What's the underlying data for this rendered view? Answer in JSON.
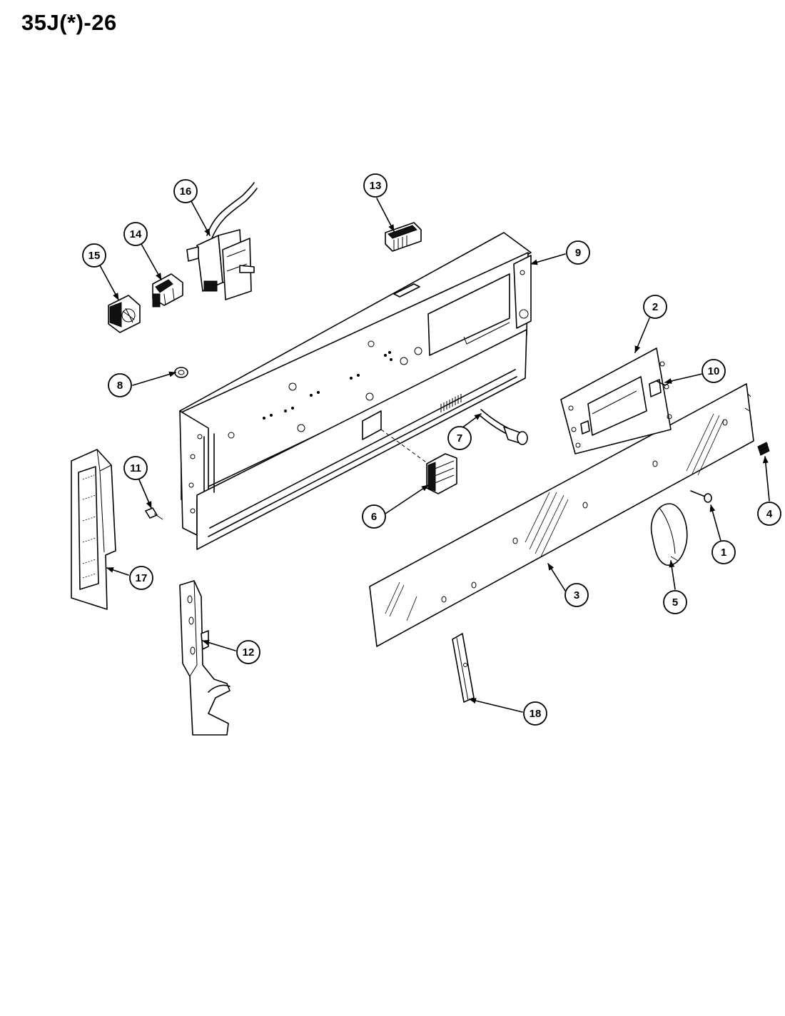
{
  "title": "35J(*)-26",
  "colors": {
    "ink": "#000000",
    "paper": "#ffffff"
  },
  "callouts": [
    {
      "number": "1"
    },
    {
      "number": "2"
    },
    {
      "number": "3"
    },
    {
      "number": "4"
    },
    {
      "number": "5"
    },
    {
      "number": "6"
    },
    {
      "number": "7"
    },
    {
      "number": "8"
    },
    {
      "number": "9"
    },
    {
      "number": "10"
    },
    {
      "number": "11"
    },
    {
      "number": "12"
    },
    {
      "number": "13"
    },
    {
      "number": "14"
    },
    {
      "number": "15"
    },
    {
      "number": "16"
    },
    {
      "number": "17"
    },
    {
      "number": "18"
    }
  ]
}
